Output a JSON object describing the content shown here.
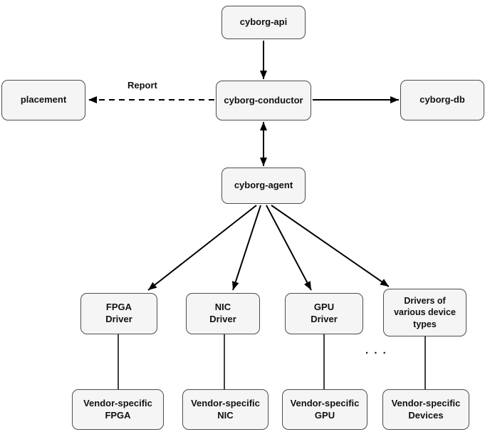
{
  "diagram": {
    "nodes": {
      "cyborg_api": {
        "label": "cyborg-api"
      },
      "placement": {
        "label": "placement"
      },
      "cyborg_conductor": {
        "label": "cyborg-conductor"
      },
      "cyborg_db": {
        "label": "cyborg-db"
      },
      "cyborg_agent": {
        "label": "cyborg-agent"
      },
      "fpga_driver": {
        "label": "FPGA\nDriver"
      },
      "nic_driver": {
        "label": "NIC\nDriver"
      },
      "gpu_driver": {
        "label": "GPU\nDriver"
      },
      "various_drivers": {
        "label": "Drivers of\nvarious device\ntypes"
      },
      "vendor_fpga": {
        "label": "Vendor-specific\nFPGA"
      },
      "vendor_nic": {
        "label": "Vendor-specific\nNIC"
      },
      "vendor_gpu": {
        "label": "Vendor-specific\nGPU"
      },
      "vendor_devices": {
        "label": "Vendor-specific\nDevices"
      }
    },
    "edge_labels": {
      "report": "Report",
      "more_drivers": ". . ."
    },
    "edges": [
      {
        "from": "cyborg-api",
        "to": "cyborg-conductor",
        "style": "solid-arrow"
      },
      {
        "from": "cyborg-conductor",
        "to": "placement",
        "style": "dashed-arrow",
        "label": "Report"
      },
      {
        "from": "cyborg-conductor",
        "to": "cyborg-db",
        "style": "solid-arrow"
      },
      {
        "from": "cyborg-conductor",
        "to": "cyborg-agent",
        "style": "double-arrow"
      },
      {
        "from": "cyborg-agent",
        "to": "FPGA Driver",
        "style": "solid-arrow"
      },
      {
        "from": "cyborg-agent",
        "to": "NIC Driver",
        "style": "solid-arrow"
      },
      {
        "from": "cyborg-agent",
        "to": "GPU Driver",
        "style": "solid-arrow"
      },
      {
        "from": "cyborg-agent",
        "to": "Drivers of various device types",
        "style": "solid-arrow"
      },
      {
        "from": "FPGA Driver",
        "to": "Vendor-specific FPGA",
        "style": "line"
      },
      {
        "from": "NIC Driver",
        "to": "Vendor-specific NIC",
        "style": "line"
      },
      {
        "from": "GPU Driver",
        "to": "Vendor-specific GPU",
        "style": "line"
      },
      {
        "from": "Drivers of various device types",
        "to": "Vendor-specific Devices",
        "style": "line"
      }
    ],
    "colors": {
      "node_fill": "#f5f5f5",
      "node_border": "#4d4d4d",
      "edge": "#000000"
    }
  }
}
